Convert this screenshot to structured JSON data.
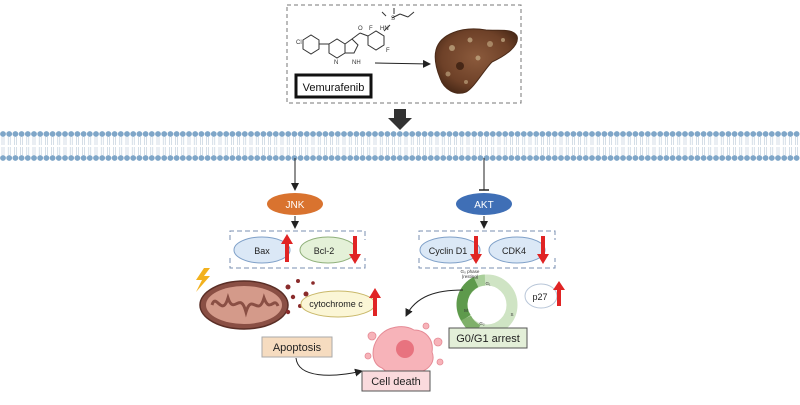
{
  "drug": {
    "name": "Vemurafenib",
    "chem_labels": {
      "cl": "Cl",
      "n": "N",
      "nh": "NH",
      "hn": "HN",
      "s": "S",
      "f1": "F",
      "f2": "F",
      "o": "O"
    }
  },
  "pathways": {
    "jnk": {
      "label": "JNK",
      "color": "#d9732f"
    },
    "akt": {
      "label": "AKT",
      "color": "#3f6fb6"
    }
  },
  "markers": {
    "bax": "Bax",
    "bcl2": "Bcl-2",
    "cyclin_d1": "Cyclin D1",
    "cdk4": "CDK4",
    "cytochrome_c": "cytochrome c",
    "p27": "p27"
  },
  "outcomes": {
    "apoptosis": "Apoptosis",
    "cell_death": "Cell death",
    "g0g1": "G0/G1 arrest"
  },
  "cell_cycle": {
    "g0_label": "G₀ phase",
    "g0_sub": "(resting)",
    "phases": [
      "G₁",
      "S",
      "G₂",
      "M"
    ]
  },
  "colors": {
    "up_arrow": "#e02424",
    "down_arrow": "#e02424",
    "membrane": "#7fa6c8",
    "marker_blue_fill": "#dbe8f6",
    "marker_green_fill": "#e4f1d8",
    "marker_yellow_fill": "#fbf6d6",
    "apoptosis_fill": "#f6dcc0"
  }
}
